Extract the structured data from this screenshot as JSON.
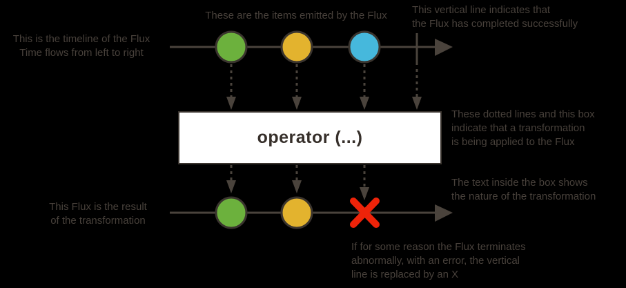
{
  "colors": {
    "background": "#000000",
    "annotation_text": "#48413b",
    "diagram_ink": "#4a433c",
    "marble_outline": "#3a342e",
    "marble_green": "#6cb13d",
    "marble_yellow": "#e3b32e",
    "marble_blue": "#46b8dc",
    "error_red": "#ee2309",
    "operator_box_bg": "#ffffff",
    "operator_box_border": "#3a342f",
    "operator_text": "#362f2a"
  },
  "annotations": {
    "timeline": "This is the timeline of the Flux\nTime flows from left to right",
    "items": "These are the items emitted by the Flux",
    "completion": "This vertical line indicates that\nthe Flux has completed successfully",
    "transform_box": "These dotted lines and this box\nindicate that a transformation\nis being applied to the Flux",
    "transform_text": "The text inside the box shows\nthe nature of the transformation",
    "result": "This Flux is the result\nof the transformation",
    "error": "If for some reason the Flux terminates\nabnormally, with an error, the vertical\nline is replaced by an X"
  },
  "operator": {
    "label": "operator (...)"
  },
  "diagram": {
    "source_flux": {
      "items": [
        "green",
        "yellow",
        "blue"
      ],
      "terminal": "complete"
    },
    "result_flux": {
      "items": [
        "green",
        "yellow"
      ],
      "terminal": "error"
    }
  }
}
